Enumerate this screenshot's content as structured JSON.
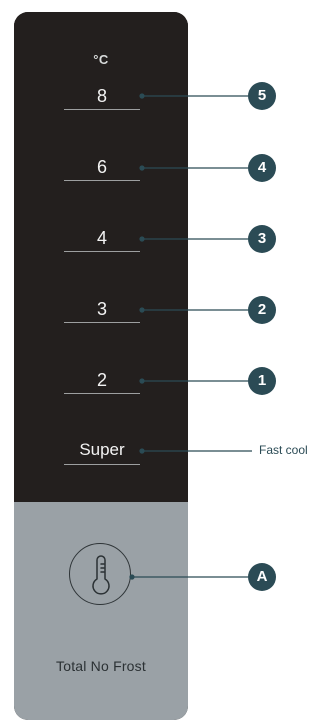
{
  "panel": {
    "unit": "°C",
    "levels": [
      "8",
      "6",
      "4",
      "3",
      "2",
      "Super"
    ],
    "brand": "Total No Frost"
  },
  "callouts": [
    "5",
    "4",
    "3",
    "2",
    "1",
    "A"
  ],
  "super_note": "Fast cool",
  "colors": {
    "panel_dark": "#231f1e",
    "panel_gray": "#9aa1a6",
    "badge": "#2b4b55"
  },
  "icons": {
    "touch_button": "thermometer-icon"
  }
}
